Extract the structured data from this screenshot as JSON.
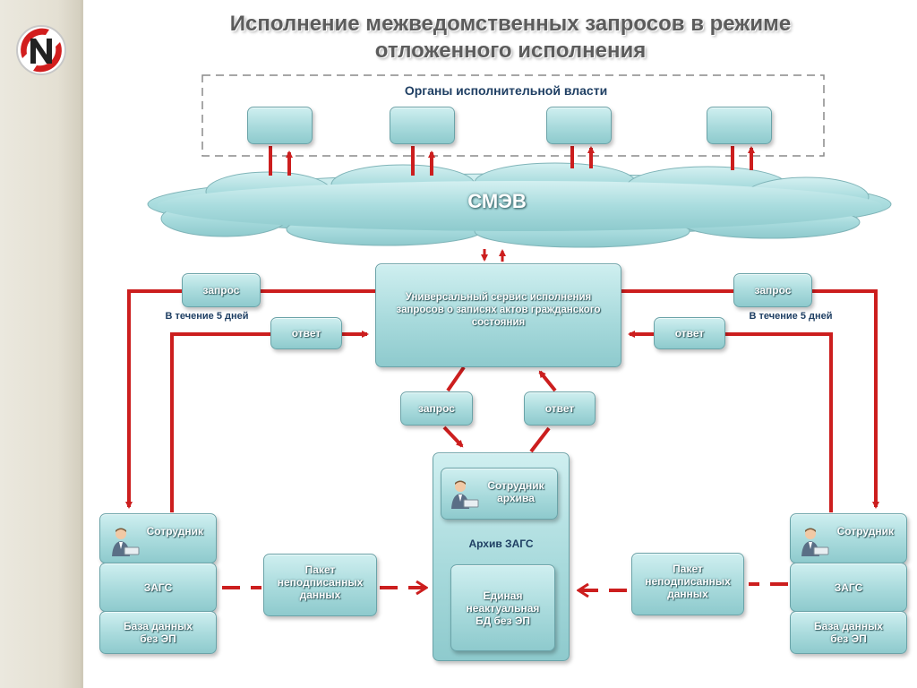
{
  "title": "Исполнение межведомственных запросов в режиме отложенного исполнения",
  "organs_label": "Органы исполнительной власти",
  "smev_label": "СМЭВ",
  "universal_service": "Универсальный сервис исполнения запросов о записях актов гражданского состояния",
  "left": {
    "request_label": "запрос",
    "deadline_label": "В течение 5 дней",
    "response_label": "ответ",
    "employee_label": "Сотрудник",
    "zags_label": "ЗАГС",
    "database_label": "База данных без ЭП",
    "packet_label": "Пакет неподписанных данных"
  },
  "right": {
    "request_label": "запрос",
    "deadline_label": "В течение 5 дней",
    "response_label": "ответ",
    "employee_label": "Сотрудник",
    "zags_label": "ЗАГС",
    "database_label": "База данных без ЭП",
    "packet_label": "Пакет неподписанных данных"
  },
  "center": {
    "request_label": "запрос",
    "response_label": "ответ",
    "archive_employee_label": "Сотрудник архива",
    "archive_label": "Архив ЗАГС",
    "unified_db_label": "Единая неактуальная БД без ЭП"
  },
  "colors": {
    "arrow": "#cc1e1e",
    "node_fill": "#a8dadc",
    "text_dark": "#1f3f63",
    "title": "#5c5c5c"
  }
}
